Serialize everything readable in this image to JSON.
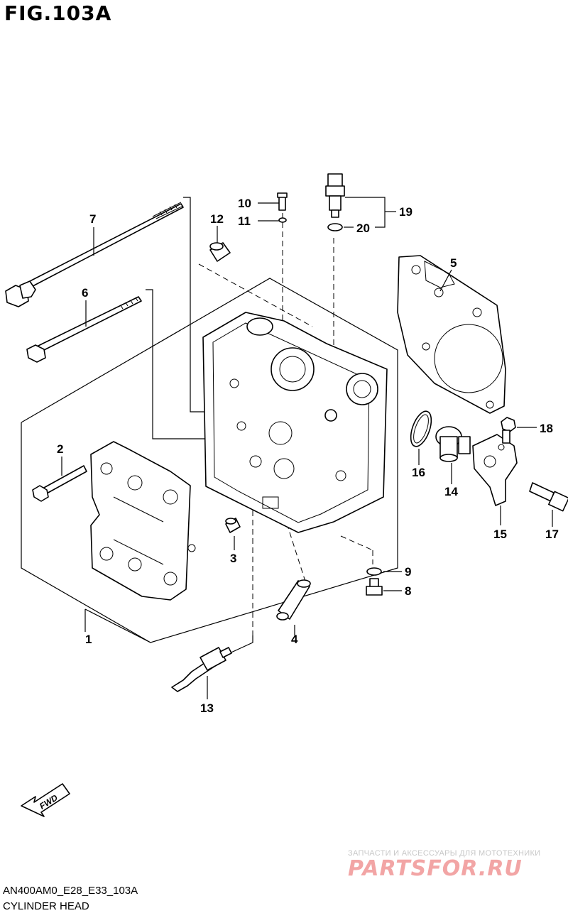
{
  "figure": {
    "title": "FIG.103A"
  },
  "callouts": {
    "c1": "1",
    "c2": "2",
    "c3": "3",
    "c4": "4",
    "c5": "5",
    "c6": "6",
    "c7": "7",
    "c8": "8",
    "c9": "9",
    "c10": "10",
    "c11": "11",
    "c12": "12",
    "c13": "13",
    "c14": "14",
    "c15": "15",
    "c16": "16",
    "c17": "17",
    "c18": "18",
    "c19": "19",
    "c20": "20"
  },
  "fwd_label": "FWD",
  "footer": {
    "code": "AN400AM0_E28_E33_103A",
    "name": "CYLINDER HEAD"
  },
  "watermark": {
    "subtitle": "ЗАПЧАСТИ И АКСЕССУАРЫ ДЛЯ МОТОТЕХНИКИ",
    "logo": "PARTSFOR.RU"
  }
}
